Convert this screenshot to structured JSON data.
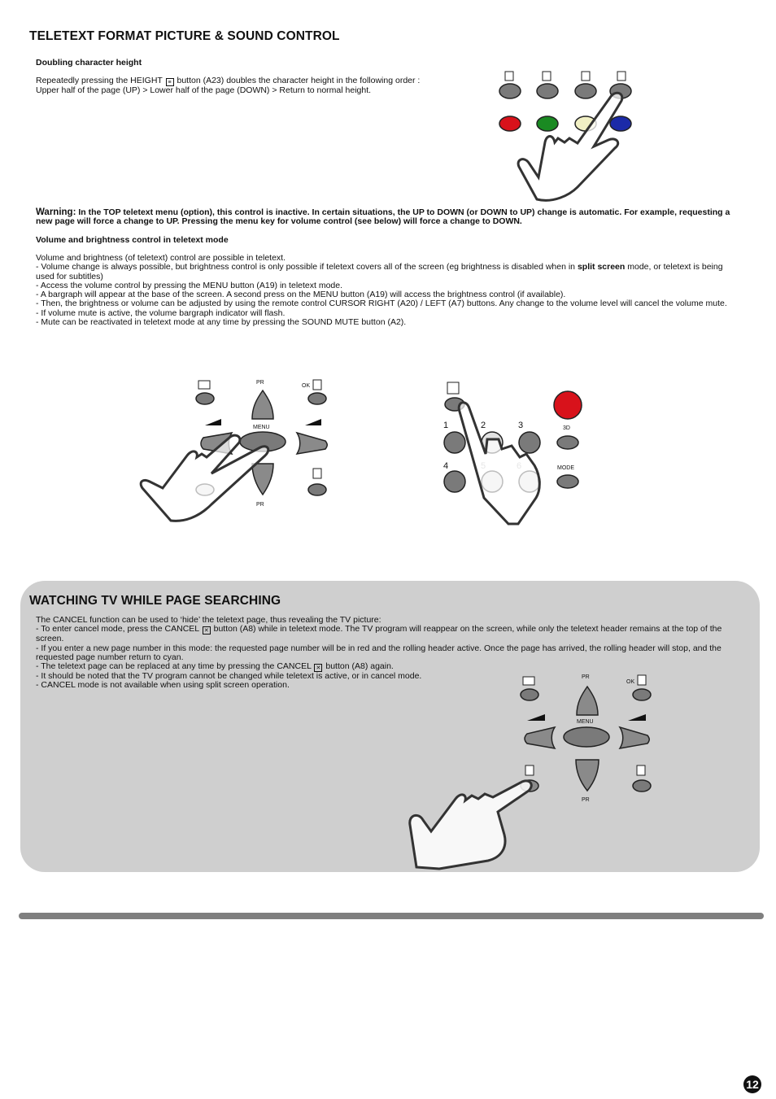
{
  "section1": {
    "title": "TELETEXT FORMAT PICTURE & SOUND CONTROL",
    "doubling": {
      "heading": "Doubling character height",
      "line1_a": "Repeatedly pressing the HEIGHT",
      "line1_b": "button (A23) doubles the character height in the following order :",
      "line2": "Upper half of the page (UP) > Lower half of the page (DOWN) > Return to normal height."
    },
    "warning": {
      "label": "Warning:",
      "text": "In the TOP teletext menu (option), this control is inactive. In certain situations, the UP to DOWN (or DOWN to UP) change is automatic. For example, requesting a new page will force a change to UP. Pressing the menu key for volume control (see below) will force a change to DOWN."
    },
    "volume": {
      "heading": "Volume and brightness control in teletext mode",
      "intro": "Volume and brightness (of teletext) control are possible in teletext.",
      "line1_a": "- Volume change is always possible, but brightness control is only possible if teletext covers all of the screen (eg brightness is disabled when in",
      "line1_bold": "split screen",
      "line1_b": "mode, or teletext is being used for subtitles)",
      "line2": "- Access the volume control by pressing the MENU button (A19) in teletext mode.",
      "line3": "- A bargraph will appear at the base of the screen. A second press on the MENU button (A19) will access the brightness control (if available).",
      "line4": "- Then, the brightness or volume can be adjusted by using the remote control CURSOR RIGHT (A20) / LEFT (A7) buttons. Any change to the volume level will cancel the volume mute.",
      "line5": "- If volume mute is active, the volume bargraph indicator will flash.",
      "line6": "- Mute can be reactivated in teletext mode at any time by pressing the SOUND MUTE button (A2)."
    }
  },
  "section2": {
    "title": "WATCHING TV WHILE PAGE SEARCHING",
    "intro": "The CANCEL function can be used to ‘hide’ the teletext page, thus revealing the TV picture:",
    "line1_a": "- To enter cancel mode, press the CANCEL",
    "line1_b": "button (A8) while in teletext mode. The TV program will reappear on the screen, while only the teletext header remains at the top of the screen.",
    "line2": "- If you enter a new page number in this mode: the requested page number will be in red and the rolling header active. Once the page has arrived, the rolling header will stop, and the requested page number return to cyan.",
    "line3_a": "- The teletext page can be replaced at any time by pressing the CANCEL",
    "line3_b": "button (A8) again.",
    "line4": "- It should be noted that the TV program cannot be changed while teletext is active, or in cancel mode.",
    "line5": "- CANCEL mode is not available when using split screen operation."
  },
  "remote": {
    "pr": "PR",
    "menu": "MENU",
    "ok": "OK",
    "btn_3d": "3D",
    "mode": "MODE",
    "digits": [
      "1",
      "2",
      "3",
      "4",
      "5",
      "6"
    ]
  },
  "colors": {
    "red": "#d8121b",
    "green": "#1a8a22",
    "yellow": "#f1f0c4",
    "blue": "#1b2aa8",
    "panel": "#cfcfcf",
    "bar": "#7f7f7f"
  },
  "page_number": "12"
}
